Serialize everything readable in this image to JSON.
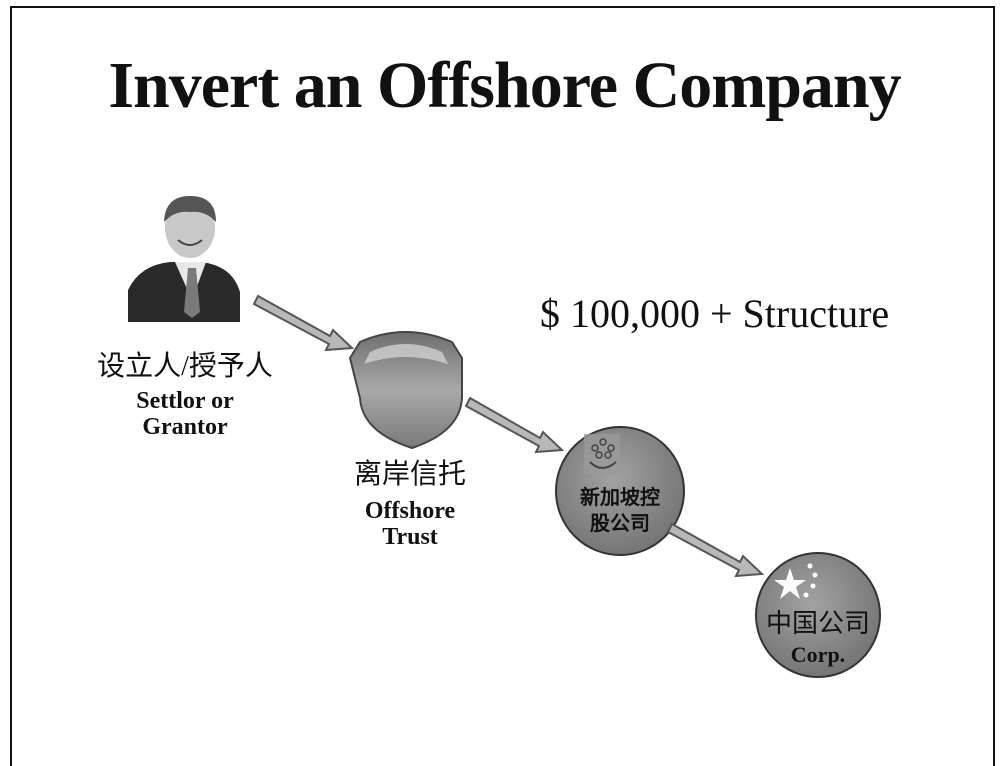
{
  "title": "Invert an Offshore Company",
  "price_text": "$ 100,000 + Structure",
  "settlor": {
    "label_cn": "设立人/授予人",
    "label_en_line1": "Settlor or",
    "label_en_line2": "Grantor"
  },
  "trust": {
    "label_cn": "离岸信托",
    "label_en_line1": "Offshore",
    "label_en_line2": "Trust"
  },
  "singapore": {
    "label_line1": "新加坡控",
    "label_line2": "股公司"
  },
  "china": {
    "label_cn": "中国公司",
    "label_en": "Corp."
  },
  "colors": {
    "arrow_fill": "#b8b8b8",
    "arrow_stroke": "#555555",
    "circle": "#8a8a8a",
    "shield": "#8c8c8c"
  },
  "icons": {
    "person": "person-photo",
    "shield": "shield-icon",
    "singapore_emblem": "singapore-emblem-icon",
    "china_stars": "china-stars-icon"
  }
}
